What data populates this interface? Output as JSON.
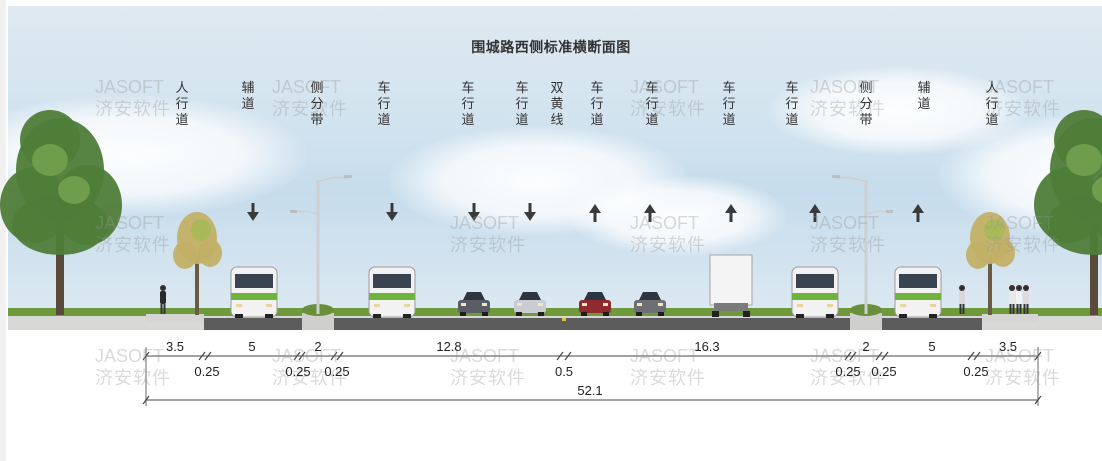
{
  "diagram": {
    "title": "围城路西侧标准横断面图",
    "lane_labels": [
      {
        "text": "人行道"
      },
      {
        "text": "辅道"
      },
      {
        "text": "侧分带"
      },
      {
        "text": "车行道"
      },
      {
        "text": "车行道"
      },
      {
        "text": "车行道"
      },
      {
        "text": "双黄线"
      },
      {
        "text": "车行道"
      },
      {
        "text": "车行道"
      },
      {
        "text": "车行道"
      },
      {
        "text": "车行道"
      },
      {
        "text": "侧分带"
      },
      {
        "text": "辅道"
      },
      {
        "text": "人行道"
      }
    ],
    "traffic_arrows": [
      {
        "direction": "down"
      },
      {
        "direction": "down"
      },
      {
        "direction": "down"
      },
      {
        "direction": "down"
      },
      {
        "direction": "up"
      },
      {
        "direction": "up"
      },
      {
        "direction": "up"
      },
      {
        "direction": "up"
      },
      {
        "direction": "up"
      }
    ],
    "segment_widths": [
      "3.5",
      "5",
      "2",
      "12.8",
      "16.3",
      "2",
      "5",
      "3.5"
    ],
    "gap_widths": [
      "0.25",
      "0.25",
      "0.25",
      "0.5",
      "0.25",
      "0.25",
      "0.25"
    ],
    "total_width": "52.1",
    "watermark": {
      "latin": "JASOFT",
      "chinese": "济安软件"
    },
    "colors": {
      "ground_green": "#6f9a3c",
      "road_gray": "#5c5c5c",
      "sidewalk_gray": "#d8d8d6",
      "bus_green": "#6fb43a",
      "arrow_color": "#3a3a3a"
    }
  }
}
